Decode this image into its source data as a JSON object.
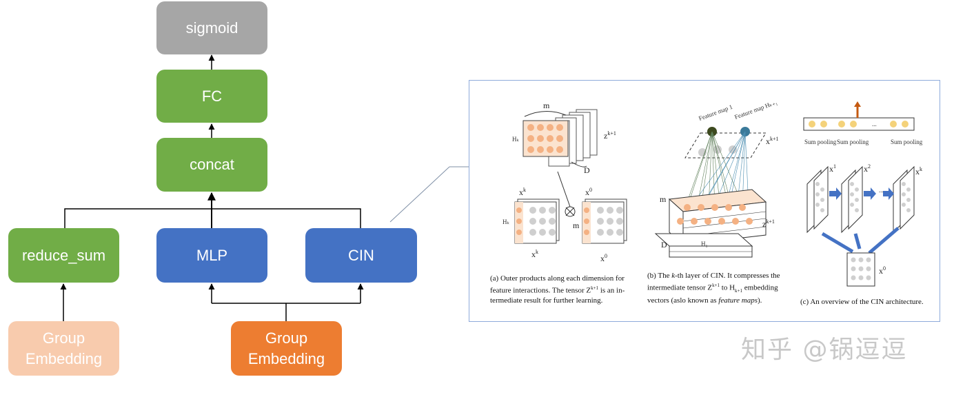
{
  "nodes": {
    "sigmoid": "sigmoid",
    "fc": "FC",
    "concat": "concat",
    "reduce_sum": "reduce_sum",
    "mlp": "MLP",
    "cin": "CIN",
    "group_embedding_left": {
      "line1": "Group",
      "line2": "Embedding"
    },
    "group_embedding_right": {
      "line1": "Group",
      "line2": "Embedding"
    }
  },
  "figure": {
    "caption_a": {
      "line1": "(a) Outer products along each dimension for",
      "line2": "feature interactions. The tensor Z",
      "line2_sup": "k+1",
      "line2_end": " is an in-",
      "line3": "termediate result for further learning."
    },
    "caption_b": {
      "line1_pre": "(b) The ",
      "line1_it": "k",
      "line1_post": "-th layer of CIN. It compresses the",
      "line2_pre": "intermediate tensor Z",
      "line2_sup": "k+1",
      "line2_mid": " to H",
      "line2_sub": "k+1",
      "line2_end": " embedding",
      "line3_pre": "vectors (aslo known as ",
      "line3_it": "feature maps",
      "line3_end": ")."
    },
    "caption_c": "(c) An overview of the CIN architecture.",
    "labels": {
      "m": "m",
      "d": "D",
      "hk": "Hₖ",
      "zk1": "z",
      "zk1_sup": "k+1",
      "xk": "x",
      "xk_sup": "k",
      "x0": "x",
      "x0_sup": "0",
      "xk1_b": "x",
      "xk1_b_sup": "k+1",
      "feature_map_1": "Feature map 1",
      "feature_map_hk1": "Feature map Hₖ₊₁",
      "sum_pooling": "Sum pooling",
      "x1_c": "x",
      "x1_c_sup": "1",
      "x2_c": "x",
      "x2_c_sup": "2",
      "xk_c": "x",
      "xk_c_sup": "k",
      "x0_c": "x",
      "x0_c_sup": "0",
      "dots": "...",
      "xk_small": "x",
      "xk_small_sup": "k",
      "x0_small": "x",
      "x0_small_sup": "0",
      "h1": "H₁"
    }
  },
  "watermark": "知乎 @锅逗逗",
  "colors": {
    "gray": "#a6a6a6",
    "green": "#71ad47",
    "blue": "#4472c4",
    "orange": "#ed7d31",
    "pale_orange": "#f8cbad",
    "figure_border": "#8eaadb"
  }
}
